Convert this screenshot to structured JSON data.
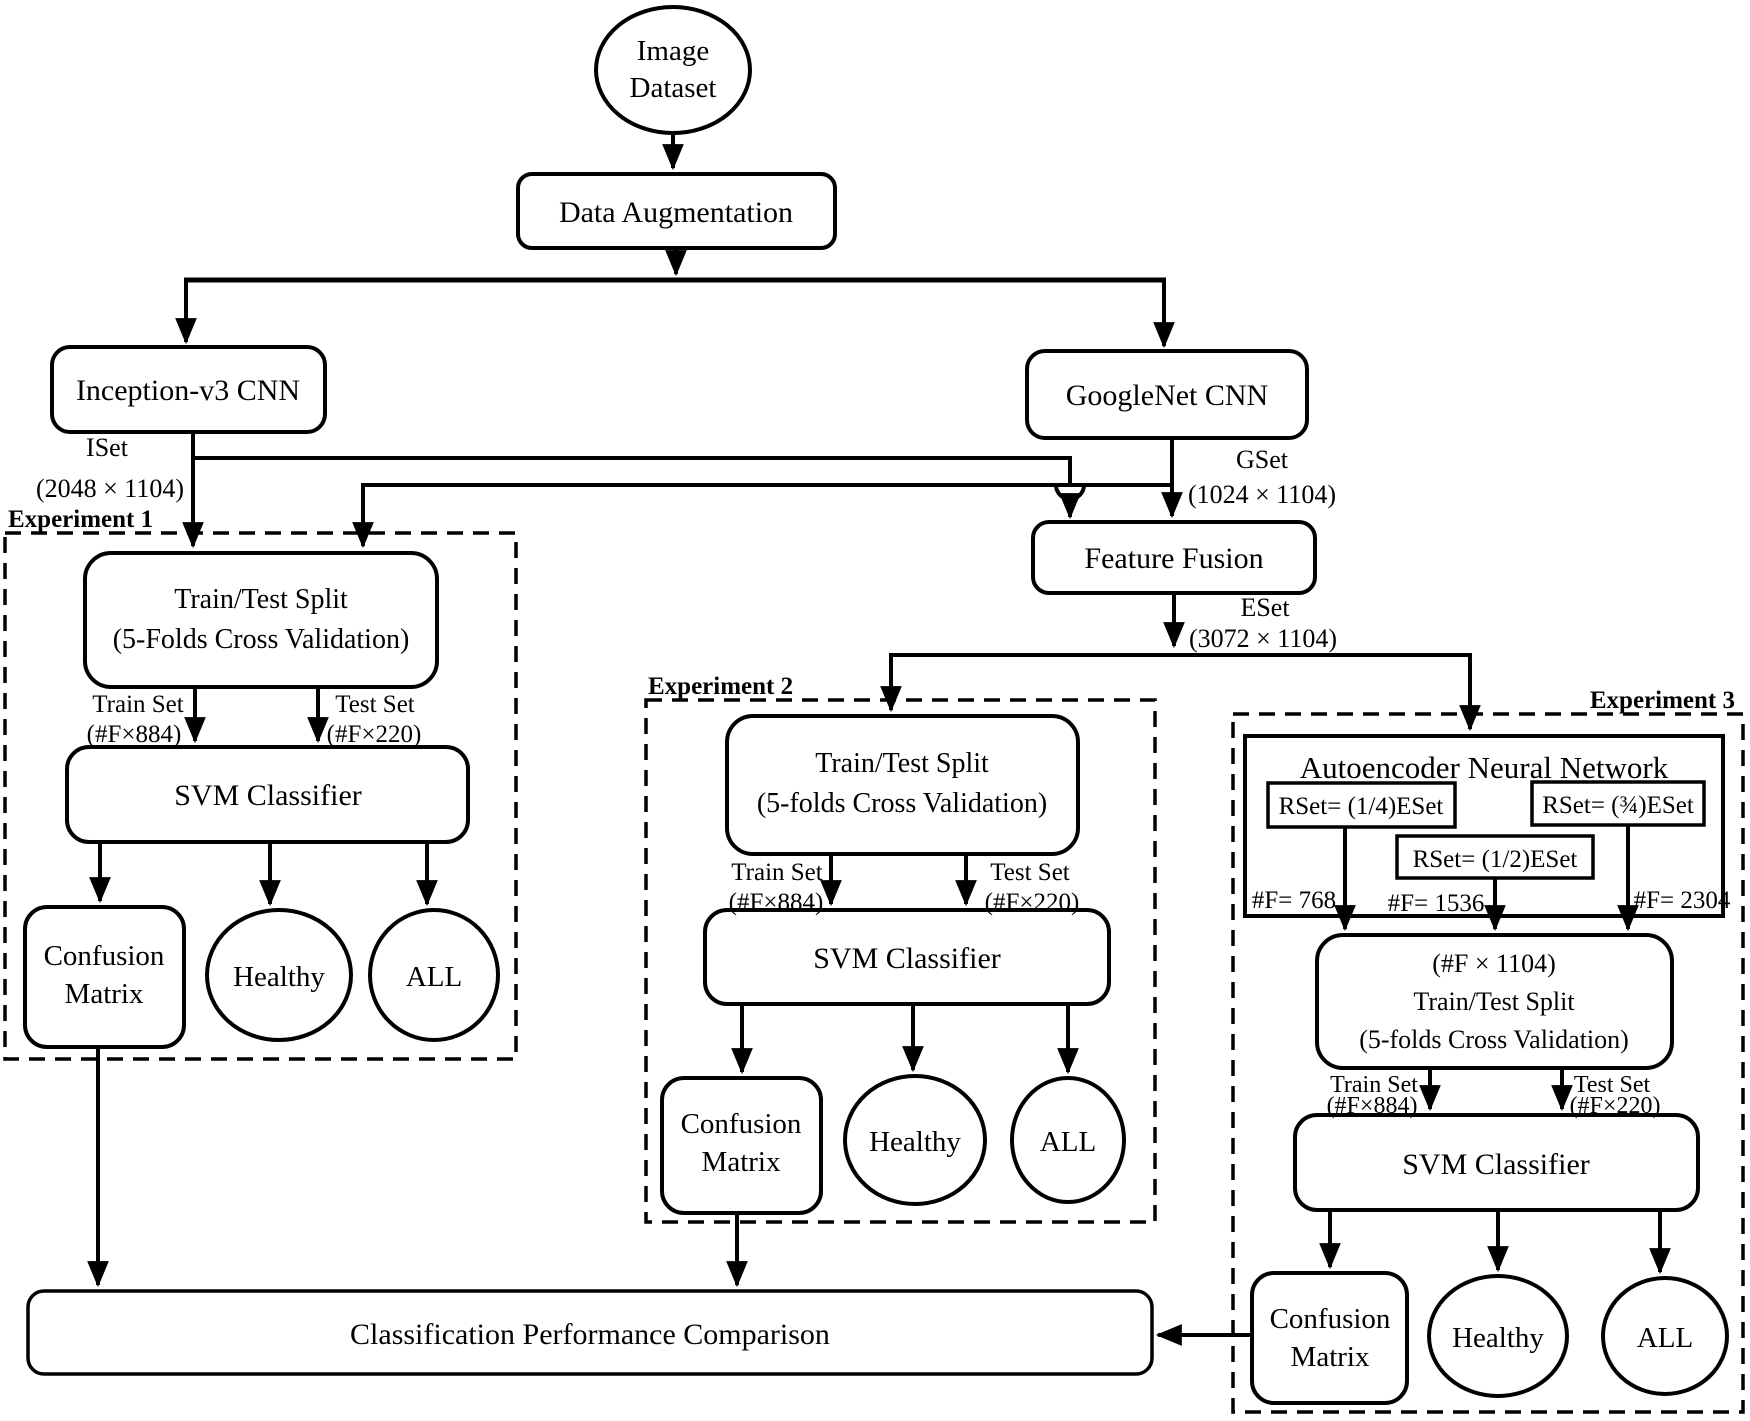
{
  "colors": {
    "ink": "#000000",
    "background": "#ffffff"
  },
  "nodes": {
    "image_dataset": {
      "line1": "Image",
      "line2": "Dataset"
    },
    "data_augmentation": {
      "label": "Data Augmentation"
    },
    "inception": {
      "label": "Inception-v3 CNN"
    },
    "googlenet": {
      "label": "GoogleNet CNN"
    },
    "feature_fusion": {
      "label": "Feature Fusion"
    },
    "comparison": {
      "label": "Classification Performance Comparison"
    }
  },
  "edge_labels": {
    "iset": {
      "name": "ISet",
      "dim": "(2048 × 1104)"
    },
    "gset": {
      "name": "GSet",
      "dim": "(1024 × 1104)"
    },
    "eset": {
      "name": "ESet",
      "dim": "(3072 × 1104)"
    }
  },
  "exp1": {
    "label": "Experiment 1",
    "split": {
      "line1": "Train/Test Split",
      "line2": "(5-Folds Cross Validation)"
    },
    "train_set": {
      "name": "Train Set",
      "dim": "(#F×884)"
    },
    "test_set": {
      "name": "Test Set",
      "dim": "(#F×220)"
    },
    "svm": {
      "label": "SVM Classifier"
    },
    "confusion": {
      "line1": "Confusion",
      "line2": "Matrix"
    },
    "healthy": {
      "label": "Healthy"
    },
    "all": {
      "label": "ALL"
    }
  },
  "exp2": {
    "label": "Experiment 2",
    "split": {
      "line1": "Train/Test Split",
      "line2": "(5-folds Cross Validation)"
    },
    "train_set": {
      "name": "Train Set",
      "dim": "(#F×884)"
    },
    "test_set": {
      "name": "Test Set",
      "dim": "(#F×220)"
    },
    "svm": {
      "label": "SVM Classifier"
    },
    "confusion": {
      "line1": "Confusion",
      "line2": "Matrix"
    },
    "healthy": {
      "label": "Healthy"
    },
    "all": {
      "label": "ALL"
    }
  },
  "exp3": {
    "label": "Experiment 3",
    "autoencoder": {
      "title": "Autoencoder Neural Network",
      "rset_quarter": "RSet= (1/4)ESet",
      "rset_three_quarters": "RSet= (¾)ESet",
      "rset_half": "RSet= (1/2)ESet",
      "features_768": "#F= 768",
      "features_1536": "#F= 1536",
      "features_2304": "#F= 2304"
    },
    "split": {
      "line0": "(#F × 1104)",
      "line1": "Train/Test Split",
      "line2": "(5-folds Cross Validation)"
    },
    "train_set": {
      "name": "Train Set",
      "dim": "(#F×884)"
    },
    "test_set": {
      "name": "Test Set",
      "dim": "(#F×220)"
    },
    "svm": {
      "label": "SVM Classifier"
    },
    "confusion": {
      "line1": "Confusion",
      "line2": "Matrix"
    },
    "healthy": {
      "label": "Healthy"
    },
    "all": {
      "label": "ALL"
    }
  }
}
